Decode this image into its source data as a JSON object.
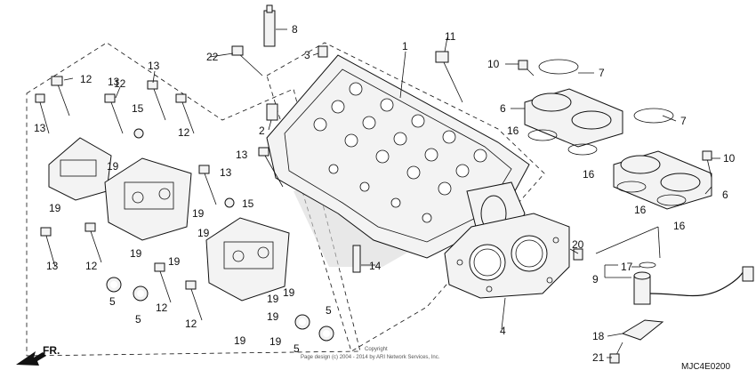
{
  "diagram": {
    "code": "MJC4E0200",
    "copyright_line1": "Copyright",
    "copyright_line2": "Page design (c) 2004 - 2014 by ARI Network Services, Inc.",
    "front_label": "FR.",
    "callouts": [
      {
        "id": "c1",
        "text": "1"
      },
      {
        "id": "c2",
        "text": "2"
      },
      {
        "id": "c3",
        "text": "3"
      },
      {
        "id": "c4",
        "text": "4"
      },
      {
        "id": "c5a",
        "text": "5"
      },
      {
        "id": "c5b",
        "text": "5"
      },
      {
        "id": "c5c",
        "text": "5"
      },
      {
        "id": "c5d",
        "text": "5"
      },
      {
        "id": "c6a",
        "text": "6"
      },
      {
        "id": "c6b",
        "text": "6"
      },
      {
        "id": "c7a",
        "text": "7"
      },
      {
        "id": "c7b",
        "text": "7"
      },
      {
        "id": "c8",
        "text": "8"
      },
      {
        "id": "c9",
        "text": "9"
      },
      {
        "id": "c10a",
        "text": "10"
      },
      {
        "id": "c10b",
        "text": "10"
      },
      {
        "id": "c11",
        "text": "11"
      },
      {
        "id": "c12a",
        "text": "12"
      },
      {
        "id": "c12b",
        "text": "12"
      },
      {
        "id": "c12c",
        "text": "12"
      },
      {
        "id": "c12d",
        "text": "12"
      },
      {
        "id": "c12e",
        "text": "12"
      },
      {
        "id": "c12f",
        "text": "12"
      },
      {
        "id": "c13a",
        "text": "13"
      },
      {
        "id": "c13b",
        "text": "13"
      },
      {
        "id": "c13c",
        "text": "13"
      },
      {
        "id": "c13d",
        "text": "13"
      },
      {
        "id": "c13e",
        "text": "13"
      },
      {
        "id": "c13f",
        "text": "13"
      },
      {
        "id": "c14",
        "text": "14"
      },
      {
        "id": "c15a",
        "text": "15"
      },
      {
        "id": "c15b",
        "text": "15"
      },
      {
        "id": "c16a",
        "text": "16"
      },
      {
        "id": "c16b",
        "text": "16"
      },
      {
        "id": "c16c",
        "text": "16"
      },
      {
        "id": "c16d",
        "text": "16"
      },
      {
        "id": "c17",
        "text": "17"
      },
      {
        "id": "c18",
        "text": "18"
      },
      {
        "id": "c19a",
        "text": "19"
      },
      {
        "id": "c19b",
        "text": "19"
      },
      {
        "id": "c19c",
        "text": "19"
      },
      {
        "id": "c19d",
        "text": "19"
      },
      {
        "id": "c19e",
        "text": "19"
      },
      {
        "id": "c19f",
        "text": "19"
      },
      {
        "id": "c19g",
        "text": "19"
      },
      {
        "id": "c19h",
        "text": "19"
      },
      {
        "id": "c19i",
        "text": "19"
      },
      {
        "id": "c19j",
        "text": "19"
      },
      {
        "id": "c19k",
        "text": "19"
      },
      {
        "id": "c20",
        "text": "20"
      },
      {
        "id": "c21",
        "text": "21"
      },
      {
        "id": "c22",
        "text": "22"
      }
    ]
  }
}
